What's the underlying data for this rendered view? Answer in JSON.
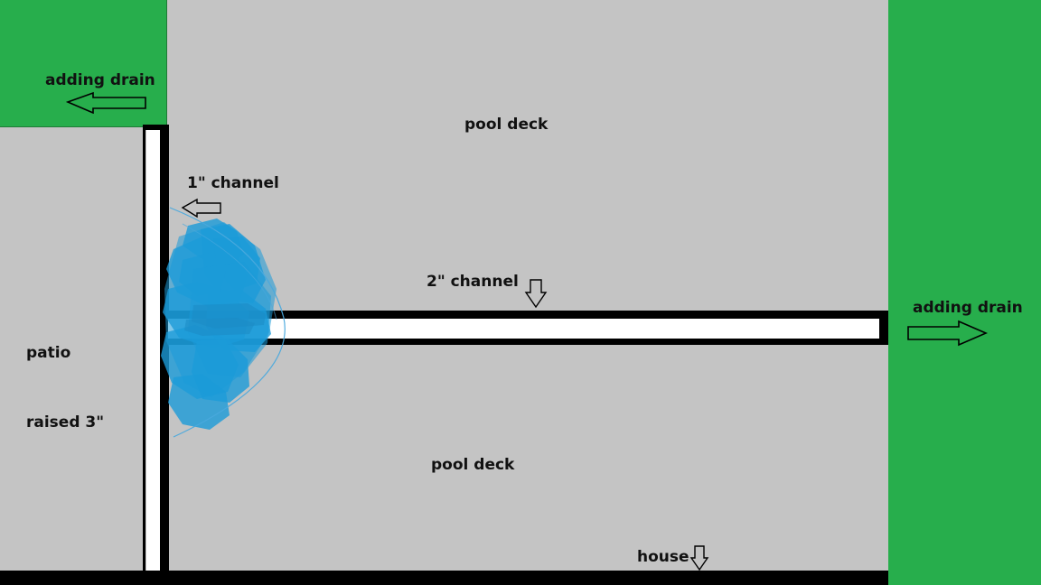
{
  "diagram": {
    "title": "pool deck drainage plan",
    "colors": {
      "deck_gray": "#c4c4c4",
      "lawn_green": "#27ae4c",
      "channel_black": "#000000",
      "channel_void_white": "#ffffff",
      "water_blue": "#1c9bd8"
    }
  },
  "regions": {
    "green_top_left": {
      "name": "adding drain area (upper left)",
      "fill": "#27ae4c"
    },
    "green_right": {
      "name": "adding drain area (right)",
      "fill": "#27ae4c"
    },
    "deck": {
      "name": "pool deck",
      "fill": "#c4c4c4"
    },
    "house_wall": {
      "name": "house wall",
      "fill": "#000000"
    }
  },
  "labels": {
    "adding_drain_left": "adding drain",
    "adding_drain_right": "adding drain",
    "pool_deck_top": "pool deck",
    "pool_deck_bottom": "pool deck",
    "channel_1in": "1\" channel",
    "channel_2in": "2\" channel",
    "patio_line1": "patio",
    "patio_line2": "raised 3\"",
    "house": "house"
  },
  "arrows": {
    "adding_drain_left": {
      "name": "left-arrow",
      "direction": "left"
    },
    "adding_drain_right": {
      "name": "right-arrow",
      "direction": "right"
    },
    "channel_1in": {
      "name": "left-arrow",
      "direction": "left"
    },
    "channel_2in": {
      "name": "down-arrow",
      "direction": "down"
    },
    "house": {
      "name": "down-arrow",
      "direction": "down"
    }
  },
  "annotations": {
    "water_blob": {
      "name": "standing-water-scribble",
      "description": "hand-drawn blue pooling water at the channel junction",
      "color": "#1c9bd8",
      "outline_color": "#4aa9dd"
    }
  }
}
